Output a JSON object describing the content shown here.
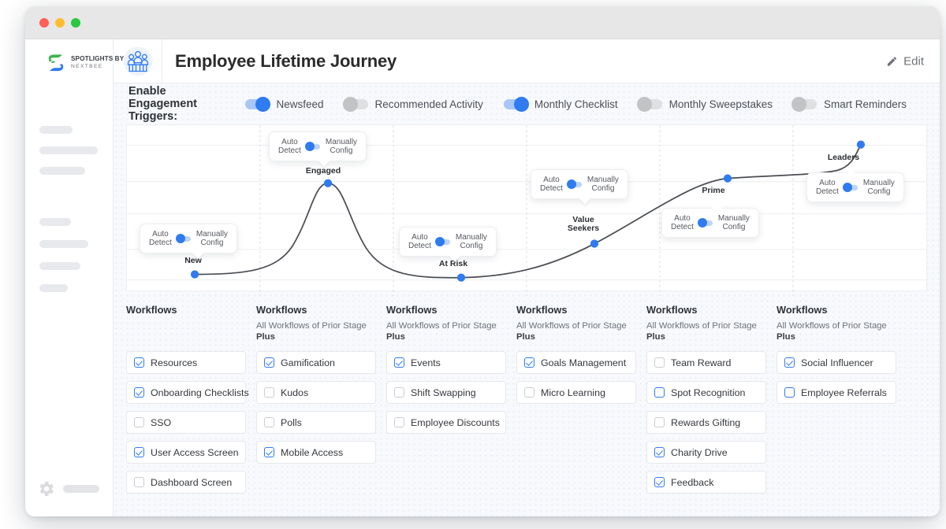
{
  "brand": {
    "name_line1": "SPOTLIGHTS BY",
    "name_line2": "NEXTBEE"
  },
  "header": {
    "title": "Employee Lifetime Journey",
    "edit_label": "Edit"
  },
  "triggers": {
    "label": "Enable Engagement Triggers:",
    "items": [
      {
        "label": "Newsfeed",
        "on": true
      },
      {
        "label": "Recommended Activity",
        "on": false
      },
      {
        "label": "Monthly Checklist",
        "on": true
      },
      {
        "label": "Monthly Sweepstakes",
        "on": false
      },
      {
        "label": "Smart Reminders",
        "on": false
      }
    ]
  },
  "tooltip": {
    "auto": "Auto\nDetect",
    "manual": "Manually\nConfig",
    "mode": "auto"
  },
  "chart_data": {
    "type": "line",
    "title": "",
    "xlabel": "",
    "ylabel": "",
    "grid": true,
    "stages": [
      "New",
      "Engaged",
      "At Risk",
      "Value\nSeekers",
      "Prime",
      "Leaders"
    ],
    "points": [
      {
        "label": "New",
        "x": 84,
        "y": 185,
        "tip": "below"
      },
      {
        "label": "Engaged",
        "x": 249,
        "y": 72,
        "tip": "below"
      },
      {
        "label": "At Risk",
        "x": 414,
        "y": 189,
        "tip": "below"
      },
      {
        "label": "Value\nSeekers",
        "x": 579,
        "y": 147,
        "tip": "below"
      },
      {
        "label": "Prime",
        "x": 744,
        "y": 66,
        "tip": "above"
      },
      {
        "label": "Leaders",
        "x": 909,
        "y": 24,
        "tip": "above"
      }
    ],
    "ylim": [
      0,
      212
    ],
    "vertical_gridlines": [
      165,
      330,
      495,
      660,
      825
    ],
    "horizontal_gridlines": [
      25,
      70,
      110,
      154,
      192
    ]
  },
  "columns": [
    {
      "title": "Workflows",
      "subtitle": "",
      "subtitle_bold": "",
      "items": [
        {
          "label": "Resources",
          "state": "checked"
        },
        {
          "label": "Onboarding Checklists",
          "state": "checked"
        },
        {
          "label": "SSO",
          "state": "unchecked"
        },
        {
          "label": "User Access Screen",
          "state": "checked"
        },
        {
          "label": "Dashboard Screen",
          "state": "unchecked"
        }
      ]
    },
    {
      "title": "Workflows",
      "subtitle": "All Workflows of Prior Stage ",
      "subtitle_bold": "Plus",
      "items": [
        {
          "label": "Gamification",
          "state": "checked"
        },
        {
          "label": "Kudos",
          "state": "unchecked"
        },
        {
          "label": "Polls",
          "state": "unchecked"
        },
        {
          "label": "Mobile Access",
          "state": "checked"
        }
      ]
    },
    {
      "title": "Workflows",
      "subtitle": "All Workflows of Prior Stage ",
      "subtitle_bold": "Plus",
      "items": [
        {
          "label": "Events",
          "state": "checked"
        },
        {
          "label": "Shift Swapping",
          "state": "unchecked"
        },
        {
          "label": "Employee Discounts",
          "state": "unchecked"
        }
      ]
    },
    {
      "title": "Workflows",
      "subtitle": "All Workflows of Prior Stage ",
      "subtitle_bold": "Plus",
      "items": [
        {
          "label": "Goals Management",
          "state": "checked"
        },
        {
          "label": "Micro Learning",
          "state": "unchecked"
        }
      ]
    },
    {
      "title": "Workflows",
      "subtitle": "All Workflows of Prior Stage ",
      "subtitle_bold": "Plus",
      "items": [
        {
          "label": "Team Reward",
          "state": "unchecked"
        },
        {
          "label": "Spot Recognition",
          "state": "focus"
        },
        {
          "label": "Rewards Gifting",
          "state": "unchecked"
        },
        {
          "label": "Charity Drive",
          "state": "checked"
        },
        {
          "label": "Feedback",
          "state": "checked"
        }
      ]
    },
    {
      "title": "Workflows",
      "subtitle": "All Workflows of Prior Stage ",
      "subtitle_bold": "Plus",
      "items": [
        {
          "label": "Social Influencer",
          "state": "checked"
        },
        {
          "label": "Employee Referrals",
          "state": "focus"
        }
      ]
    }
  ],
  "sidebar": {
    "skeleton_widths_group1": [
      42,
      74,
      58
    ],
    "skeleton_widths_group2": [
      40,
      62,
      52,
      36
    ]
  },
  "colors": {
    "accent": "#2f7bf0",
    "track_on": "#a9c6f7",
    "track_off": "#dfe0e2",
    "knob_off": "#c2c3c5",
    "canvas": "#f7f9fc",
    "curve": "#4a4d52",
    "logo_green": "#3fb24f",
    "logo_blue": "#2f7bf0"
  }
}
